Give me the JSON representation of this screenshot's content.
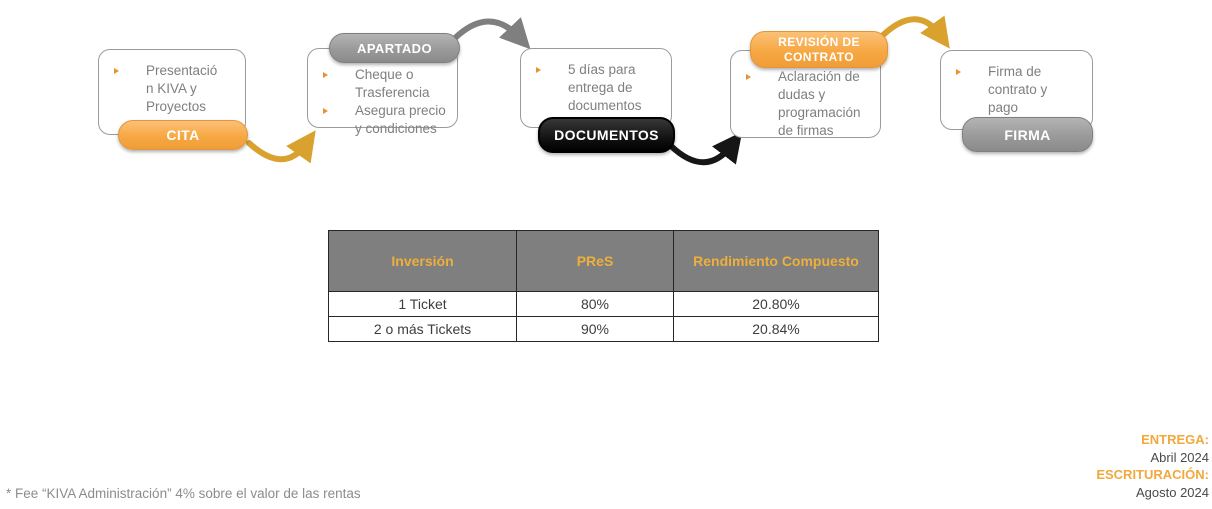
{
  "flow": {
    "stages": [
      {
        "label": "CITA",
        "pill_style": "orange",
        "pill_position": "bottom",
        "bullets": [
          "Presentació\nn KIVA y\nProyectos"
        ]
      },
      {
        "label": "APARTADO",
        "pill_style": "gray",
        "pill_position": "top",
        "bullets": [
          "Cheque o\nTrasferencia",
          "Asegura precio\ny condiciones"
        ]
      },
      {
        "label": "DOCUMENTOS",
        "pill_style": "black",
        "pill_position": "bottom",
        "bullets": [
          "5 días para\nentrega de\ndocumentos"
        ]
      },
      {
        "label": "REVISIÓN DE\nCONTRATO",
        "pill_style": "orange",
        "pill_position": "top",
        "bullets": [
          "Aclaración de\ndudas y\nprogramación\nde firmas"
        ]
      },
      {
        "label": "FIRMA",
        "pill_style": "gray",
        "pill_position": "bottom",
        "bullets": [
          "Firma de\ncontrato y\npago"
        ]
      }
    ]
  },
  "table": {
    "headers": [
      "Inversión",
      "PReS",
      "Rendimiento Compuesto"
    ],
    "rows": [
      [
        "1 Ticket",
        "80%",
        "20.80%"
      ],
      [
        "2 o más Tickets",
        "90%",
        "20.84%"
      ]
    ]
  },
  "footnote": "* Fee “KIVA Administración” 4% sobre el valor de las rentas",
  "schedule": [
    {
      "label": "ENTREGA:",
      "value": "Abril 2024"
    },
    {
      "label": "ESCRITURACIÓN:",
      "value": "Agosto 2024"
    }
  ],
  "colors": {
    "accent_orange": "#F2A744",
    "pill_gray": "#9A9A9A",
    "pill_black": "#141414",
    "arrow_gold": "#D9A12E",
    "arrow_gray": "#7F7F7F",
    "arrow_black": "#161616",
    "table_header_bg": "#7F7F7F",
    "table_header_text": "#EFAF3B",
    "body_text_gray": "#7F7F7F",
    "bullet_orange": "#E8922E"
  }
}
